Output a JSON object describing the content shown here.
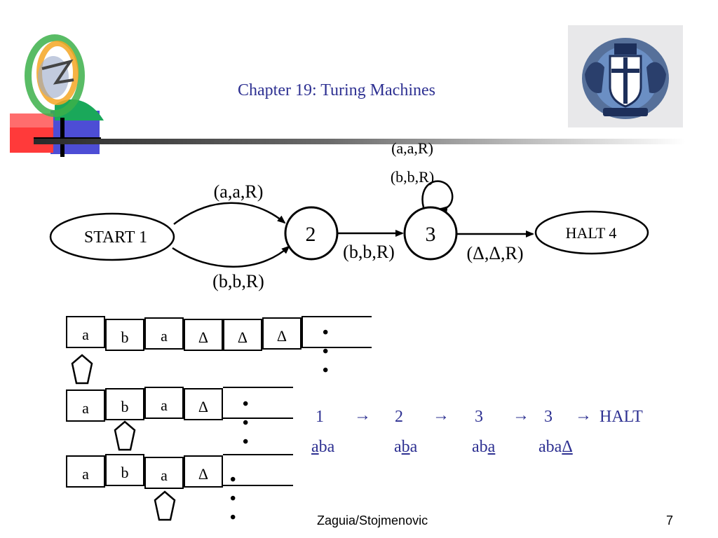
{
  "slide": {
    "title": "Chapter 19: Turing Machines",
    "footer_author": "Zaguia/Stojmenovic",
    "page_number": "7"
  },
  "states": [
    {
      "id": "s1",
      "label": "START 1"
    },
    {
      "id": "s2",
      "label": "2"
    },
    {
      "id": "s3",
      "label": "3"
    },
    {
      "id": "s4",
      "label": "HALT 4"
    }
  ],
  "transitions": {
    "s1_s2_top": "(a,a,R)",
    "s1_s2_bottom": "(b,b,R)",
    "s2_s3": "(b,b,R)",
    "s3_loop_1": "(a,a,R)",
    "s3_loop_2": "(b,b,R)",
    "s3_s4": "(Δ,Δ,R)"
  },
  "tapes": [
    {
      "cells": [
        "a",
        "b",
        "a",
        "Δ",
        "Δ",
        "Δ"
      ],
      "ellipsis": "• • •",
      "head_index": 0
    },
    {
      "cells": [
        "a",
        "b",
        "a",
        "Δ"
      ],
      "ellipsis": "• • •",
      "head_index": 1
    },
    {
      "cells": [
        "a",
        "b",
        "a",
        "Δ"
      ],
      "ellipsis": "• • •",
      "head_index": 2
    }
  ],
  "trace": {
    "states": [
      "1",
      "2",
      "3",
      "3",
      "HALT"
    ],
    "arrow": "→",
    "tapes": [
      {
        "before": "",
        "under": "a",
        "after": "ba"
      },
      {
        "before": "a",
        "under": "b",
        "after": "a"
      },
      {
        "before": "ab",
        "under": "a",
        "after": ""
      },
      {
        "before": "aba",
        "under": "Δ",
        "after": ""
      }
    ]
  },
  "colors": {
    "title": "#2e3192",
    "trace": "#2e3192"
  }
}
